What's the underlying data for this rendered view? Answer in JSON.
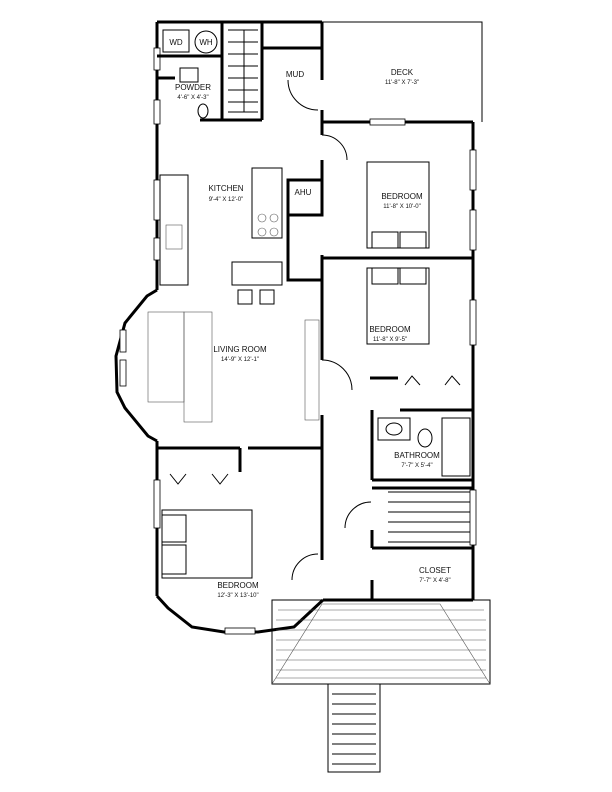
{
  "rooms": {
    "wd": "WD",
    "wh": "WH",
    "mud": "MUD",
    "powder": {
      "name": "POWDER",
      "dims": "4'-6\" X 4'-3\""
    },
    "deck": {
      "name": "DECK",
      "dims": "11'-8\" X 7'-3\""
    },
    "kitchen": {
      "name": "KITCHEN",
      "dims": "9'-4\" X 12'-0\""
    },
    "ahu": "AHU",
    "bedroom1": {
      "name": "BEDROOM",
      "dims": "11'-8\" X 10'-0\""
    },
    "bedroom2": {
      "name": "BEDROOM",
      "dims": "11'-8\" X 9'-5\""
    },
    "living": {
      "name": "LIVING ROOM",
      "dims": "14'-9\" X 12'-1\""
    },
    "bathroom": {
      "name": "BATHROOM",
      "dims": "7'-7\" X 5'-4\""
    },
    "closet": {
      "name": "CLOSET",
      "dims": "7'-7\" X 4'-8\""
    },
    "bedroom3": {
      "name": "BEDROOM",
      "dims": "12'-3\" X 13'-10\""
    }
  }
}
